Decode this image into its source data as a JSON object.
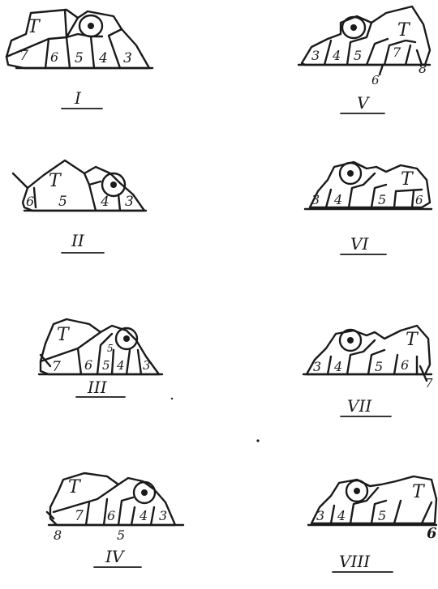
{
  "sketches": [
    {
      "caption": "I",
      "labels": [
        "T",
        "7",
        "6",
        "5",
        "4",
        "3"
      ]
    },
    {
      "caption": "II",
      "labels": [
        "T",
        "6",
        "5",
        "4",
        "3"
      ]
    },
    {
      "caption": "III",
      "labels": [
        "T",
        "7",
        "6",
        "5",
        "5",
        "4",
        "3"
      ]
    },
    {
      "caption": "IV",
      "labels": [
        "T",
        "8",
        "7",
        "6",
        "5",
        "4",
        "3"
      ]
    },
    {
      "caption": "V",
      "labels": [
        "T",
        "3",
        "4",
        "5",
        "7",
        "6",
        "8"
      ]
    },
    {
      "caption": "VI",
      "labels": [
        "T",
        "3",
        "4",
        "5",
        "6"
      ]
    },
    {
      "caption": "VII",
      "labels": [
        "T",
        "3",
        "4",
        "5",
        "6",
        "7"
      ]
    },
    {
      "caption": "VIII",
      "labels": [
        "T",
        "3",
        "4",
        "5",
        "6"
      ]
    }
  ]
}
